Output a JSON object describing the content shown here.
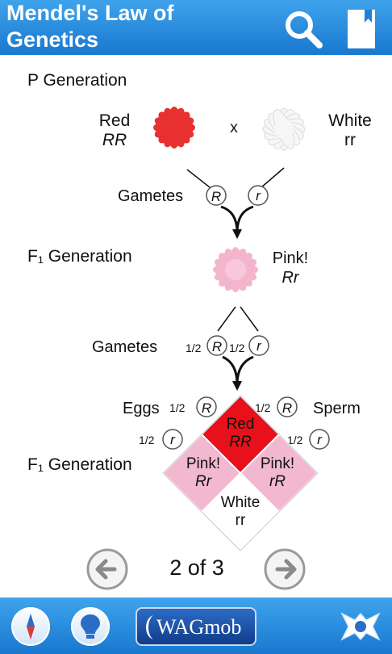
{
  "header": {
    "title_line1": "Mendel's Law of",
    "title_line2": "Genetics"
  },
  "diagram": {
    "p_generation": "P Generation",
    "red_label": "Red",
    "red_genotype": "RR",
    "cross": "x",
    "white_label": "White",
    "white_genotype": "rr",
    "gametes_label": "Gametes",
    "allele_R": "R",
    "allele_r": "r",
    "f1_generation": "F₁ Generation",
    "pink_label": "Pink!",
    "pink_genotype": "Rr",
    "gametes_label2": "Gametes",
    "half": "1/2",
    "eggs_label": "Eggs",
    "sperm_label": "Sperm",
    "f1_generation2": "F₁ Generation",
    "cell_top_label": "Red",
    "cell_top_genotype": "RR",
    "cell_left_label": "Pink!",
    "cell_left_genotype": "Rr",
    "cell_right_label": "Pink!",
    "cell_right_genotype": "rR",
    "cell_bottom_label": "White",
    "cell_bottom_genotype": "rr"
  },
  "nav": {
    "page_indicator": "2 of 3"
  },
  "footer": {
    "brand": "WAGmob"
  },
  "colors": {
    "header_blue": "#2288dd",
    "red_flower": "#e8312e",
    "pink_flower": "#f4b5cc",
    "punnett_red": "#e8101a",
    "punnett_pink": "#f2b8cf"
  },
  "icons": [
    "search-icon",
    "bookmark-icon",
    "arrow-left-icon",
    "arrow-right-icon",
    "compass-icon",
    "lightbulb-icon",
    "share-icon"
  ]
}
